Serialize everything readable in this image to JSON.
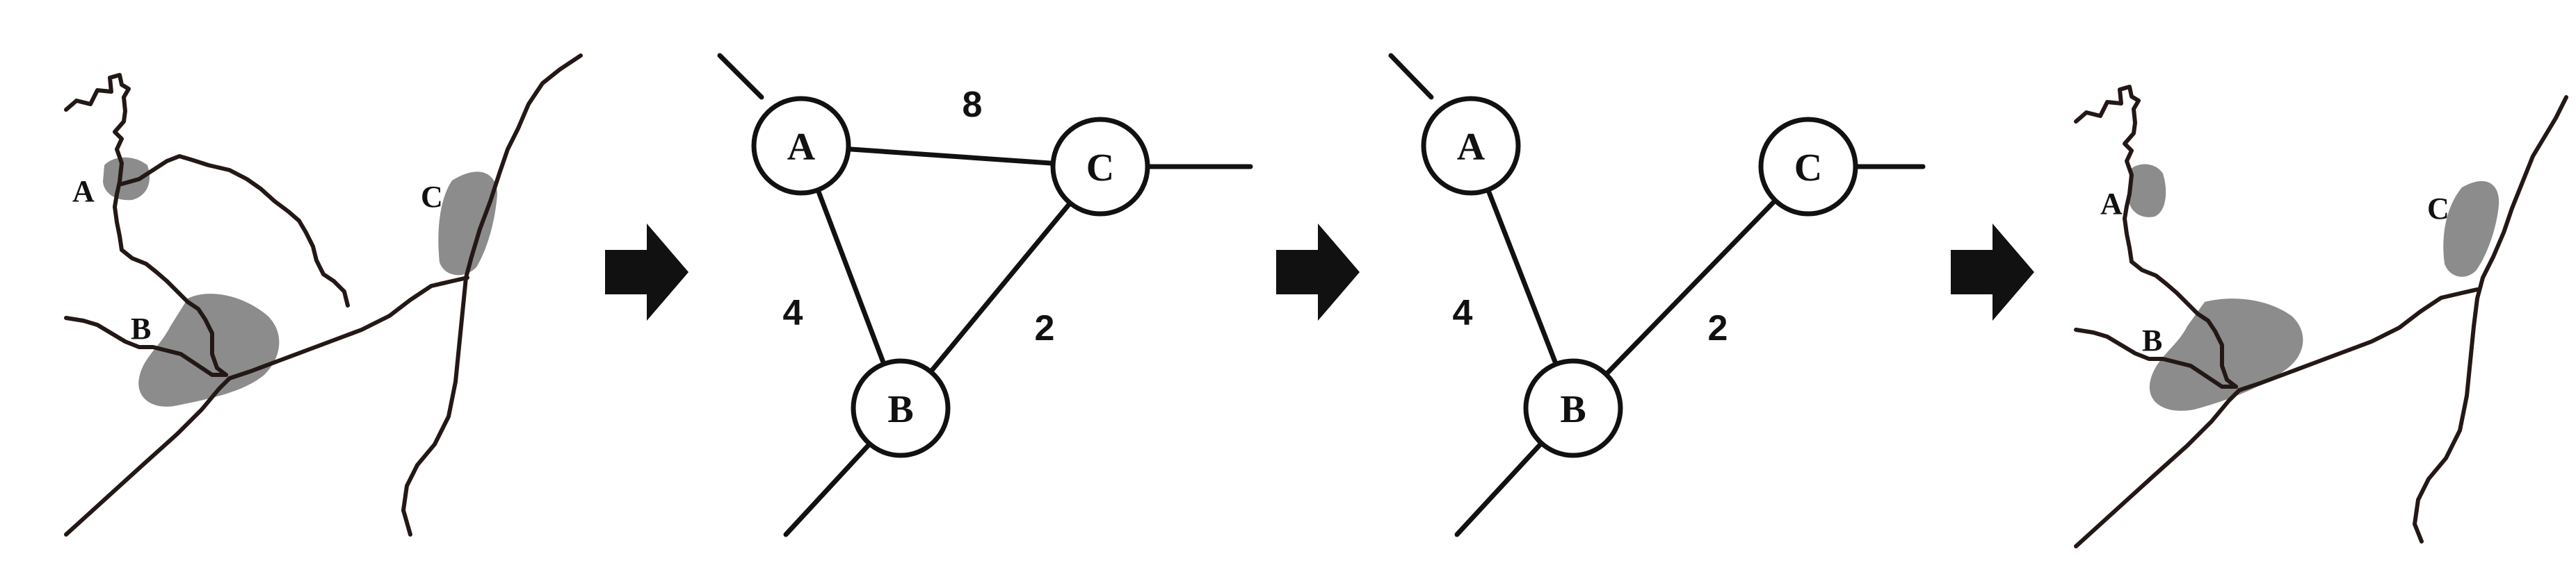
{
  "panels": {
    "map_before": {
      "labels": {
        "a": "A",
        "b": "B",
        "c": "C"
      }
    },
    "graph_full": {
      "nodes": {
        "a": "A",
        "b": "B",
        "c": "C"
      },
      "weights": {
        "ab": "4",
        "ac": "8",
        "bc": "2"
      }
    },
    "graph_pruned": {
      "nodes": {
        "a": "A",
        "b": "B",
        "c": "C"
      },
      "weights": {
        "ab": "4",
        "bc": "2"
      }
    },
    "map_after": {
      "labels": {
        "a": "A",
        "b": "B",
        "c": "C"
      }
    }
  },
  "arrows": [
    "arrow-right-icon",
    "arrow-right-icon",
    "arrow-right-icon"
  ],
  "colors": {
    "road": "#231816",
    "region": "#8c8c8c",
    "node_stroke": "#111111",
    "node_fill": "#ffffff"
  }
}
